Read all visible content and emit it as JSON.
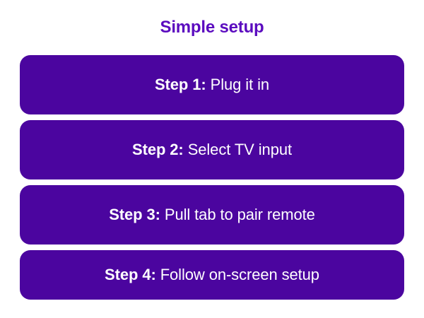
{
  "page": {
    "title": "Simple setup",
    "background_color": "#ffffff",
    "title_color": "#5B0BBF",
    "card_color": "#4B059F",
    "card_text_color": "#ffffff"
  },
  "steps": [
    {
      "label": "Step 1:",
      "description": "Plug it in"
    },
    {
      "label": "Step 2:",
      "description": "Select TV input"
    },
    {
      "label": "Step 3:",
      "description": "Pull tab to pair remote"
    },
    {
      "label": "Step 4:",
      "description": "Follow on-screen setup"
    }
  ]
}
